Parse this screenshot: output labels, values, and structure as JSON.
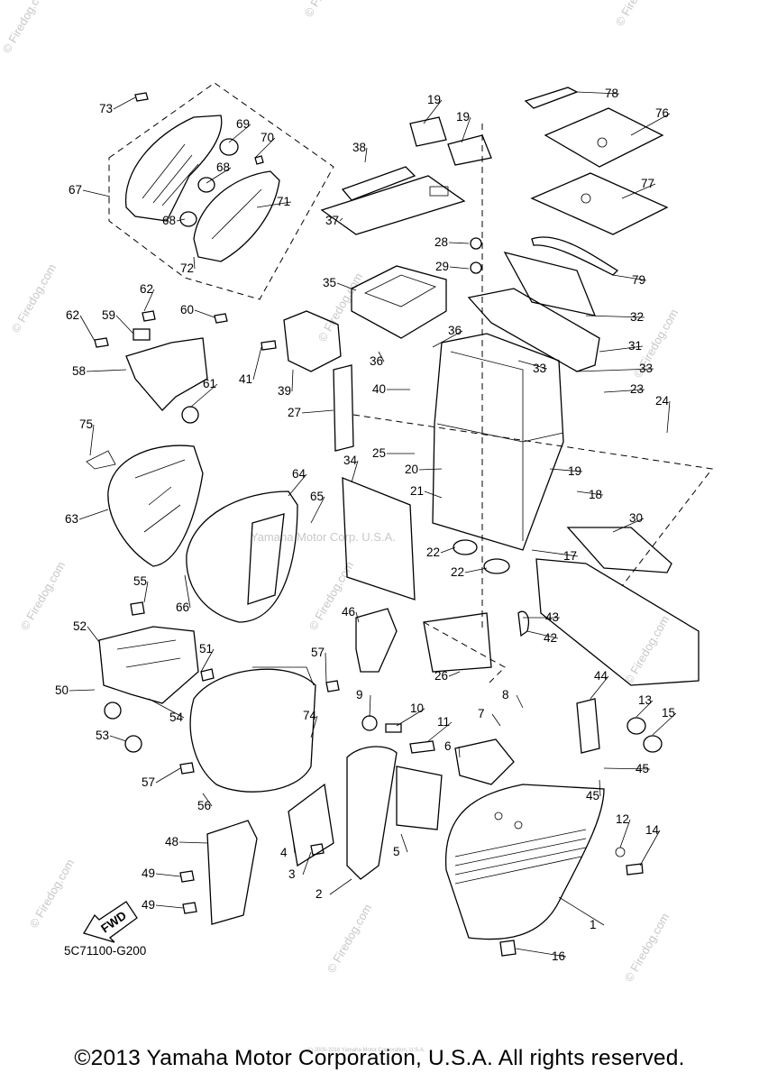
{
  "diagram_code": "5C71100-G200",
  "footer": {
    "copyright": "©2013 Yamaha Motor Corporation, U.S.A. All rights reserved."
  },
  "watermarks": {
    "firedog": "© Firedog.com",
    "yamaha": "Yamaha Motor Corp. U.S.A.",
    "faint_credit": "(c) 2000-2016 Yamaha Motor Corporation, U.S.A."
  },
  "fwd_label": "FWD",
  "part_labels": [
    "73",
    "69",
    "70",
    "68",
    "71",
    "67",
    "68",
    "72",
    "19",
    "19",
    "78",
    "38",
    "76",
    "77",
    "37",
    "28",
    "29",
    "79",
    "35",
    "32",
    "62",
    "60",
    "59",
    "62",
    "36",
    "36",
    "31",
    "33",
    "33",
    "41",
    "58",
    "61",
    "39",
    "40",
    "23",
    "27",
    "24",
    "75",
    "25",
    "34",
    "20",
    "19",
    "21",
    "18",
    "63",
    "64",
    "65",
    "30",
    "22",
    "22",
    "17",
    "66",
    "55",
    "46",
    "43",
    "42",
    "52",
    "51",
    "57",
    "26",
    "50",
    "54",
    "9",
    "10",
    "8",
    "44",
    "7",
    "11",
    "13",
    "15",
    "53",
    "74",
    "6",
    "45",
    "57",
    "56",
    "45",
    "12",
    "14",
    "48",
    "4",
    "5",
    "3",
    "49",
    "2",
    "49",
    "1",
    "16"
  ]
}
